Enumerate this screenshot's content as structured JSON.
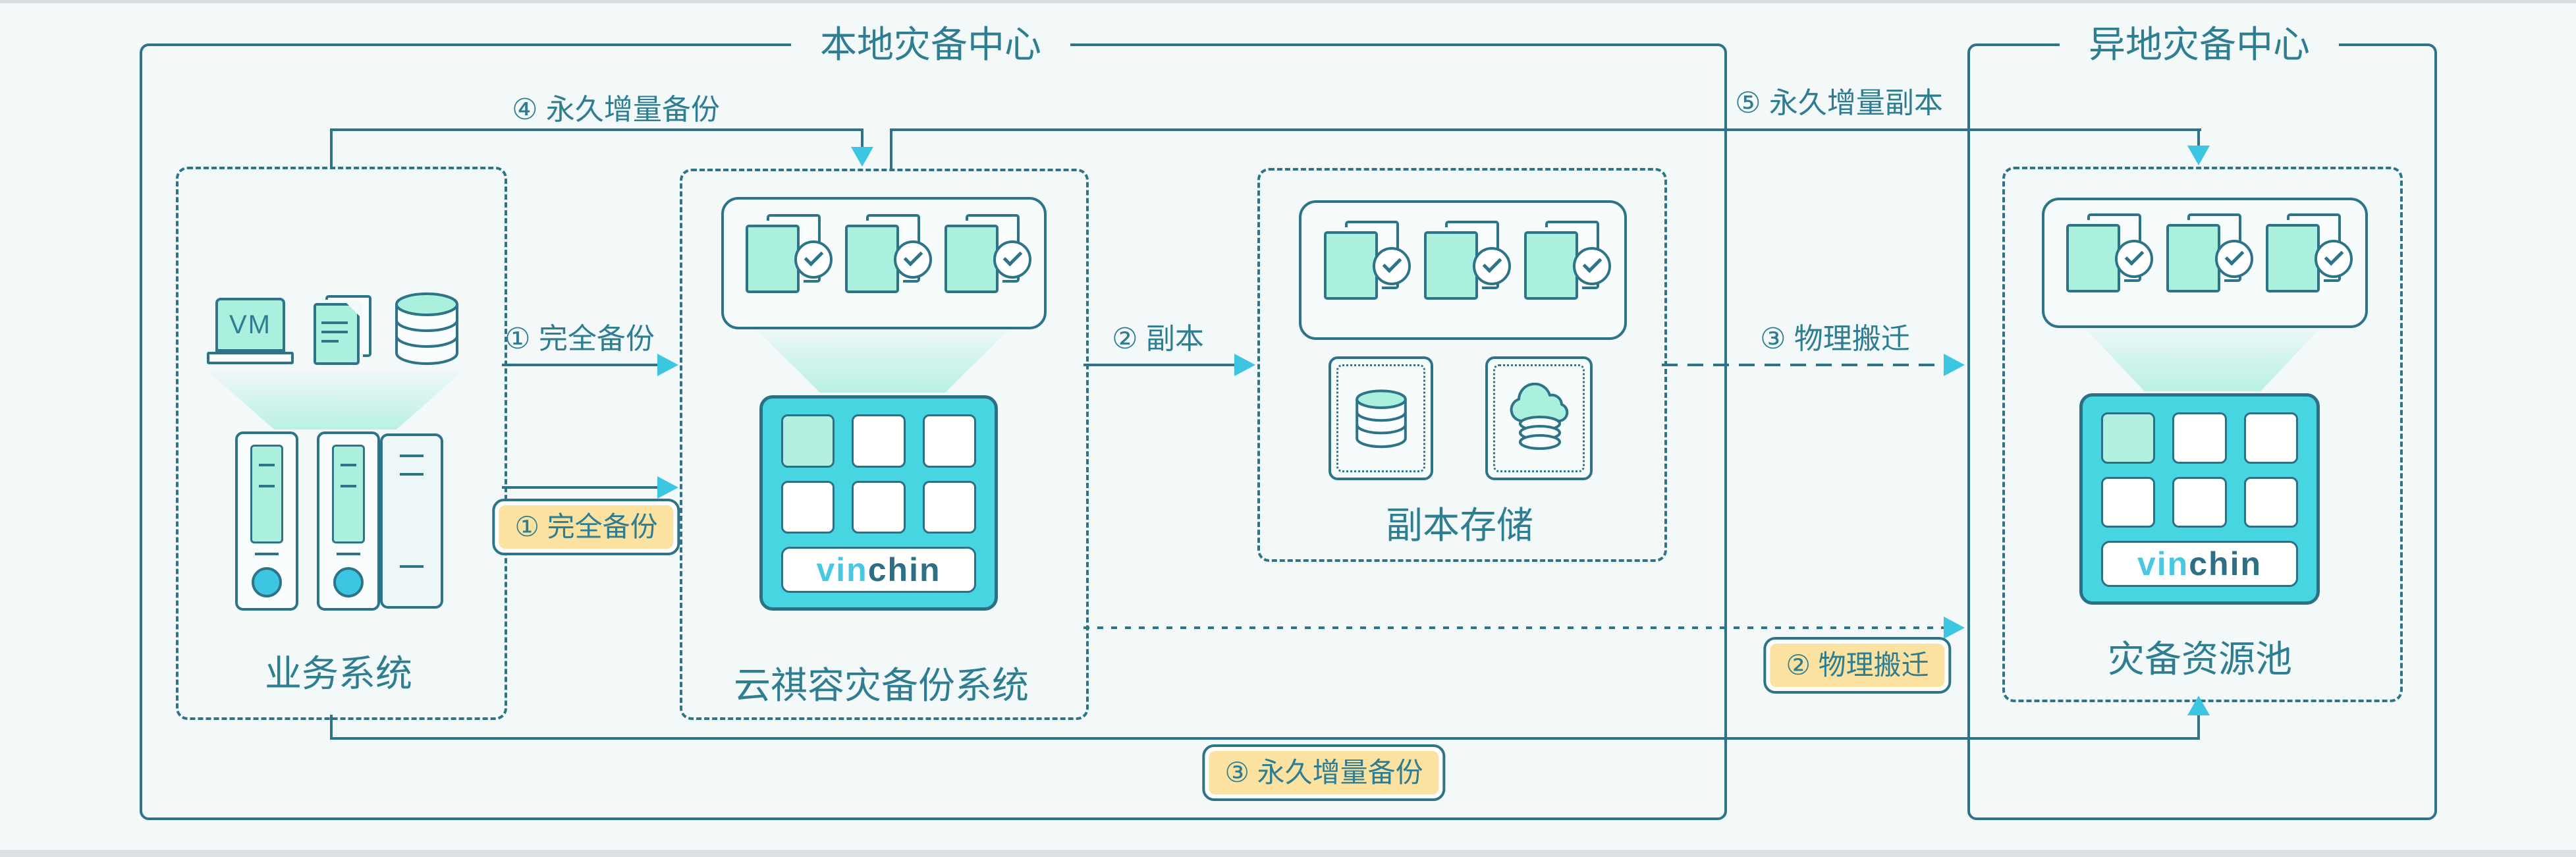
{
  "colors": {
    "background": "#f3f8f9",
    "stroke_teal": "#2e7488",
    "text_teal": "#2e7d90",
    "arrow_cyan": "#3cc6e2",
    "appliance_fill": "#48d5e2",
    "mint": "#b2f1e2",
    "badge_yellow": "#fce2a1",
    "server_led_cyan": "#3fc6dd"
  },
  "local_center": {
    "title": "本地灾备中心"
  },
  "remote_center": {
    "title": "异地灾备中心"
  },
  "business_system": {
    "label": "业务系统",
    "vm_label": "VM"
  },
  "backup_system": {
    "label": "云祺容灾备份系统",
    "logo_vin": "vin",
    "logo_chin": "chin"
  },
  "copy_storage": {
    "label": "副本存储"
  },
  "resource_pool": {
    "label": "灾备资源池",
    "logo_vin": "vin",
    "logo_chin": "chin"
  },
  "flows": {
    "full_backup_label": "① 完全备份",
    "full_backup_badge": "① 完全备份",
    "copy_label": "② 副本",
    "physical_move_label": "③ 物理搬迁",
    "physical_move_badge": "② 物理搬迁",
    "perm_incr_backup_label": "④ 永久增量备份",
    "perm_incr_copy_label": "⑤ 永久增量副本",
    "perm_incr_backup_badge": "③ 永久增量备份"
  }
}
